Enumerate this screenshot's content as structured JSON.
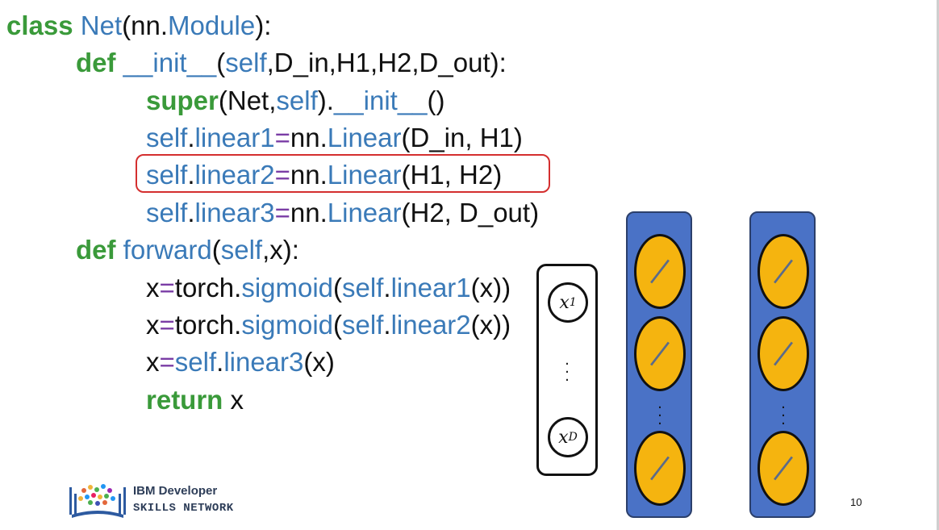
{
  "code": {
    "l1": {
      "class_kw": "class",
      "name": "Net",
      "open": "(nn.",
      "base": "Module",
      "close": "):"
    },
    "l2": {
      "def_kw": "def",
      "name": "__init__",
      "open": "(",
      "self": "self",
      "args": ",D_in,H1,H2,D_out):"
    },
    "l3": {
      "super_kw": "super",
      "open": "(Net,",
      "self": "self",
      "close": ").",
      "init": "__init__",
      "tail": "()"
    },
    "l4": {
      "self": "self",
      "dot": ".",
      "attr": "linear1",
      "eq": "=",
      "nn": "nn.",
      "cls": "Linear",
      "args": "(D_in, H1)"
    },
    "l5": {
      "self": "self",
      "dot": ".",
      "attr": "linear2",
      "eq": "=",
      "nn": "nn.",
      "cls": "Linear",
      "args": "(H1, H2)"
    },
    "l6": {
      "self": "self",
      "dot": ".",
      "attr": "linear3",
      "eq": "=",
      "nn": "nn.",
      "cls": "Linear",
      "args": "(H2, D_out)"
    },
    "l7": {
      "def_kw": "def",
      "name": "forward",
      "open": "(",
      "self": "self",
      "args": ",x):"
    },
    "l8": {
      "x": "x",
      "eq": "=",
      "torch": "torch.",
      "fn": "sigmoid",
      "open": "(",
      "self": "self",
      "dot": ".",
      "attr": "linear1",
      "args": "(x))"
    },
    "l9": {
      "x": "x",
      "eq": "=",
      "torch": "torch.",
      "fn": "sigmoid",
      "open": "(",
      "self": "self",
      "dot": ".",
      "attr": "linear2",
      "args": "(x))"
    },
    "l10": {
      "x": "x",
      "eq": "=",
      "self": "self",
      "dot": ".",
      "attr": "linear3",
      "args": "(x)"
    },
    "l11": {
      "ret_kw": "return",
      "x": " x"
    }
  },
  "diagram": {
    "input_first": "x",
    "input_first_sub": "1",
    "input_last": "x",
    "input_last_sub": "D",
    "layer_color": "#4a72c6",
    "neuron_color": "#f5b40f"
  },
  "logo": {
    "line1": "IBM Developer",
    "line2": "SKILLS NETWORK",
    "icon": "books-network-icon"
  },
  "page_number": "10",
  "colors": {
    "keyword": "#3a9a3a",
    "identifier": "#3a7ab8",
    "operator": "#7a3ca5",
    "highlight": "#d42f2f"
  }
}
